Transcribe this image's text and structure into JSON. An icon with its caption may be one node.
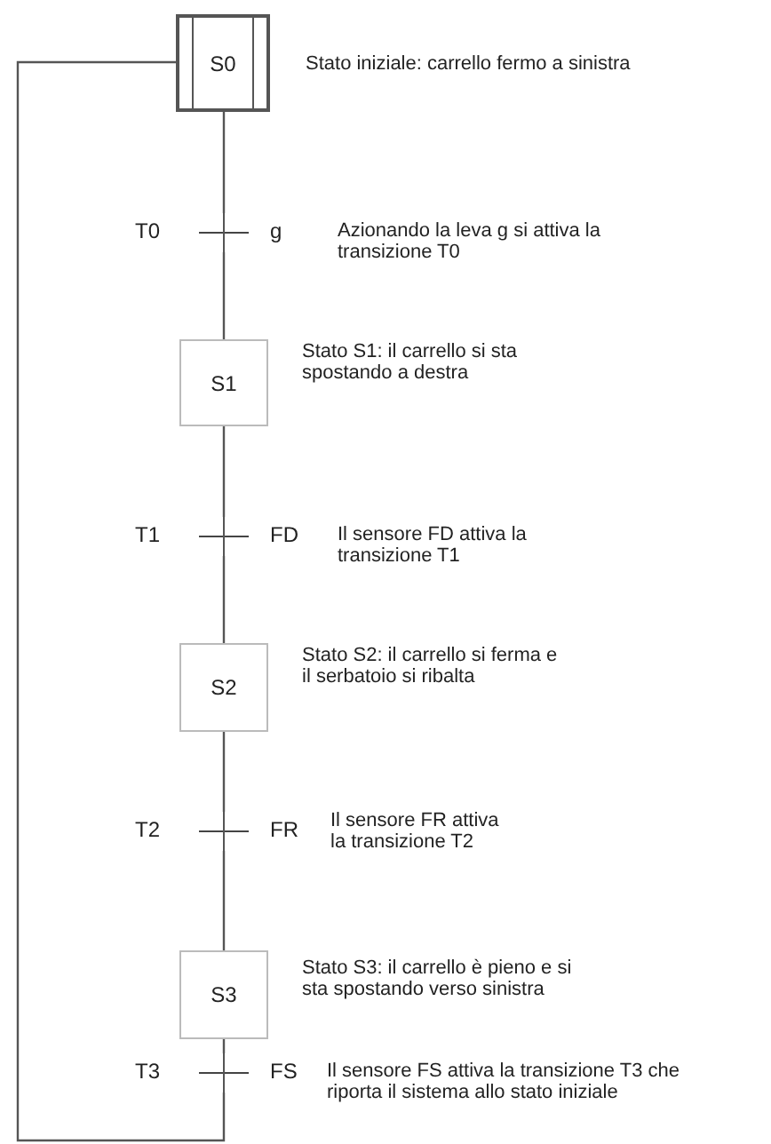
{
  "diagram": {
    "nodes": [
      {
        "text": [
          "S0"
        ],
        "beside": [
          "Stato iniziale: carrello fermo a sinistra"
        ]
      },
      {
        "text": [
          "T0",
          "g"
        ],
        "beside": [
          "Azionando la leva g si attiva la transizione T0"
        ]
      },
      {
        "text": [
          "S1"
        ],
        "beside": [
          "Stato S1: il carrello si sta spostando a destra"
        ]
      },
      {
        "text": [
          "T1",
          "FD"
        ],
        "beside": [
          "Il sensore FD attiva la transizione T1"
        ]
      },
      {
        "text": [
          "S2"
        ],
        "beside": [
          "Stato S2: il carrello si ferma e il serbatoio si ribalta"
        ]
      },
      {
        "text": [
          "T2",
          "FR"
        ],
        "beside": [
          "Il sensore FR attiva la transizione T2"
        ]
      },
      {
        "text": [
          "S3"
        ],
        "beside": [
          "Stato S3: il carrello è pieno e si sta spostando verso sinistra"
        ]
      },
      {
        "text": [
          "T3",
          "FS"
        ],
        "beside": [
          "Il sensore FS attiva la transizione T3 che riporta il sistema allo stato iniziale"
        ]
      }
    ],
    "edges": [
      {
        "from": 0,
        "to": 1,
        "arrow": "none"
      },
      {
        "from": 1,
        "to": 2,
        "arrow": "none"
      },
      {
        "from": 2,
        "to": 3,
        "arrow": "none"
      },
      {
        "from": 3,
        "to": 4,
        "arrow": "none"
      },
      {
        "from": 4,
        "to": 5,
        "arrow": "none"
      },
      {
        "from": 5,
        "to": 6,
        "arrow": "none"
      },
      {
        "from": 6,
        "to": 7,
        "arrow": "none"
      },
      {
        "from": 7,
        "to": 0,
        "arrow": "none"
      }
    ]
  }
}
